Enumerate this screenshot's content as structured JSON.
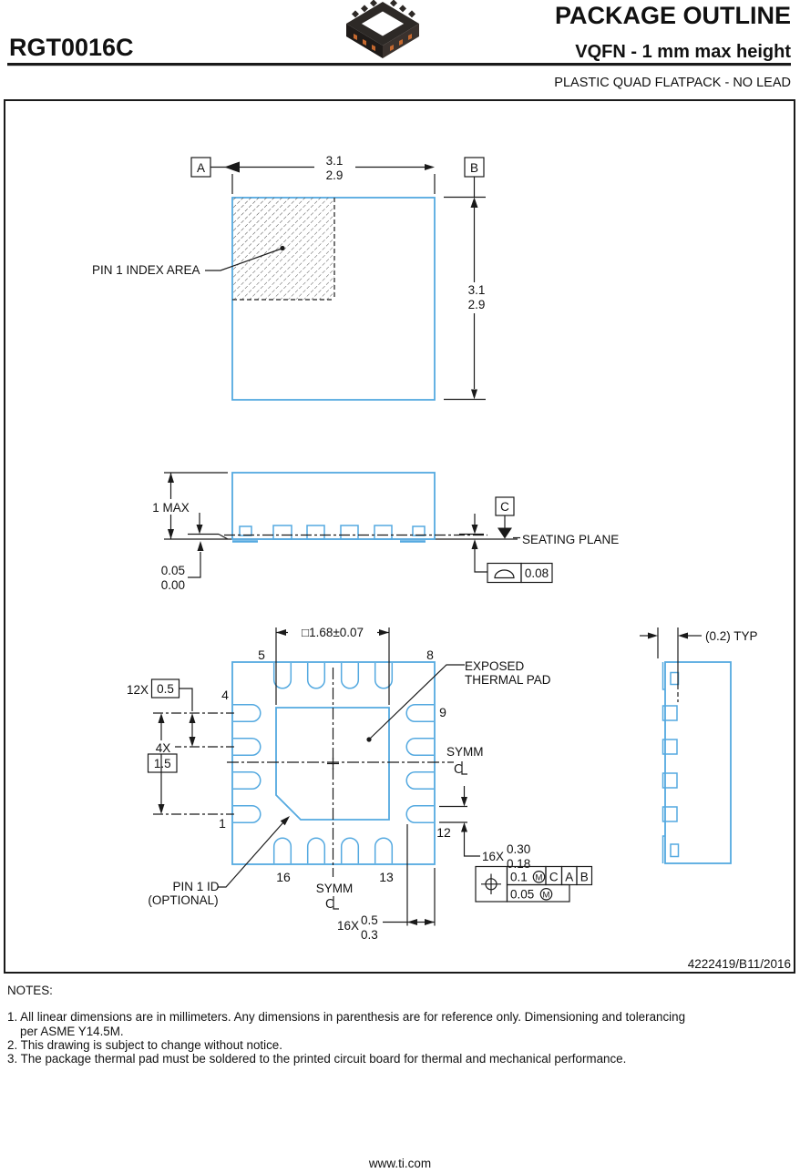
{
  "header": {
    "part_number": "RGT0016C",
    "title": "PACKAGE OUTLINE",
    "subtitle": "VQFN - 1 mm max height",
    "description": "PLASTIC QUAD FLATPACK - NO LEAD"
  },
  "top_view": {
    "datum_a": "A",
    "datum_b": "B",
    "width_dim": {
      "max": "3.1",
      "min": "2.9"
    },
    "height_dim": {
      "max": "3.1",
      "min": "2.9"
    },
    "pin1_label": "PIN 1 INDEX AREA"
  },
  "side_view": {
    "height_dim": "1 MAX",
    "standoff": {
      "max": "0.05",
      "min": "0.00"
    },
    "datum_c": "C",
    "seating_plane_label": "SEATING PLANE",
    "flatness_tol": "0.08"
  },
  "bottom_view": {
    "thermal_pad_dim": "□1.68±0.07",
    "pitch_count": "12X",
    "pitch_value": "0.5",
    "span_count": "4X",
    "span_value": "1.5",
    "symm_right": "SYMM",
    "symm_bottom": "SYMM",
    "exposed_pad_line1": "EXPOSED",
    "exposed_pad_line2": "THERMAL PAD",
    "pin1_id_line1": "PIN 1 ID",
    "pin1_id_line2": "(OPTIONAL)",
    "pins": {
      "p1": "1",
      "p4": "4",
      "p5": "5",
      "p8": "8",
      "p9": "9",
      "p12": "12",
      "p13": "13",
      "p16": "16"
    },
    "lead_width": {
      "count": "16X",
      "max": "0.30",
      "min": "0.18"
    },
    "lead_length": {
      "count": "16X",
      "max": "0.5",
      "min": "0.3"
    },
    "position_tol": {
      "value": "0.1",
      "modifier": "M",
      "datums": [
        "C",
        "A",
        "B"
      ],
      "value2": "0.05",
      "modifier2": "M"
    }
  },
  "detail_view": {
    "typ_dim": "(0.2) TYP"
  },
  "symbols": {
    "centerline_c": "C",
    "centerline_l": "L"
  },
  "title_block": {
    "drawing_number": "4222419/B",
    "date": "11/2016"
  },
  "notes": {
    "heading": "NOTES:",
    "lines": [
      "1. All linear dimensions are in millimeters. Any dimensions in parenthesis are for reference only. Dimensioning and tolerancing",
      "per ASME Y14.5M.",
      "2. This drawing is subject to change without notice.",
      "3. The package thermal pad must be soldered to the printed circuit board for thermal and mechanical performance."
    ]
  },
  "footer": {
    "url": "www.ti.com"
  },
  "colors": {
    "drawing_blue": "#54a9e0",
    "line_black": "#1a1a1a",
    "pad_orange": "#c4682f"
  }
}
